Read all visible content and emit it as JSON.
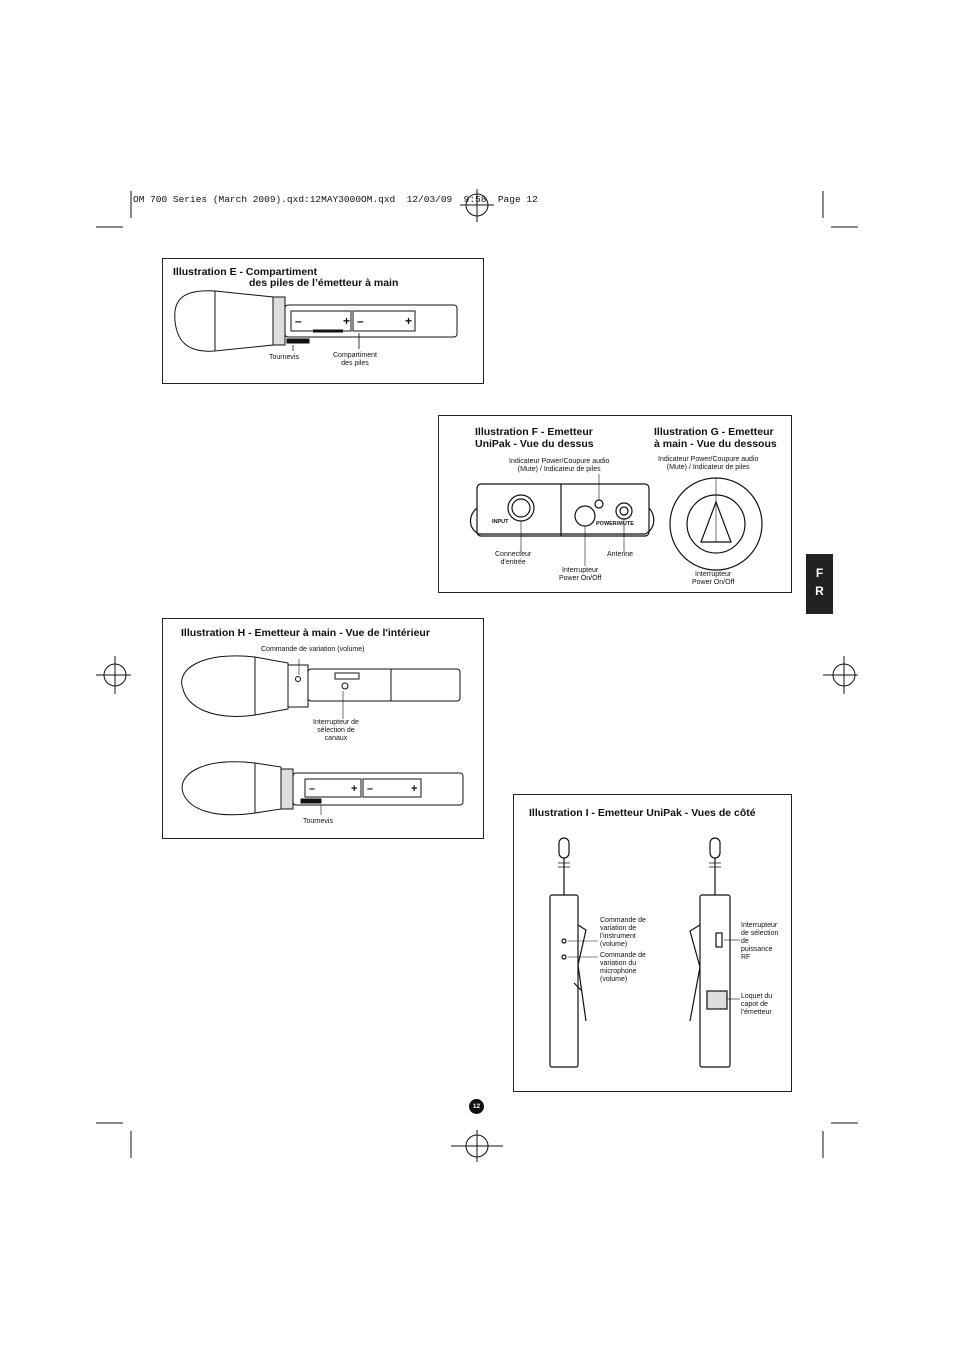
{
  "header": {
    "slug": "OM 700 Series (March 2009).qxd:12MAY3000OM.qxd  12/03/09  9:58  Page 12"
  },
  "side_tab": {
    "letter1": "F",
    "letter2": "R"
  },
  "page_number": "12",
  "ill_e": {
    "title_line1": "Illustration E - Compartiment",
    "title_line2": "des piles de l’émetteur à main",
    "label_screwdriver": "Tournevis",
    "label_compartment": "Compartiment\ndes piles"
  },
  "ill_f": {
    "title": "Illustration F - Emetteur\nUniPak - Vue du dessus",
    "label_indicator": "Indicateur Power/Coupure audio\n(Mute) / Indicateur de piles",
    "label_input_connector": "Connecteur\nd’entrée",
    "label_antenna": "Antenne",
    "label_power_switch": "Interrupteur\nPower On/Off",
    "panel_input": "INPUT",
    "panel_power": "POWER/MUTE"
  },
  "ill_g": {
    "title": "Illustration G - Emetteur\nà main - Vue du dessous",
    "label_indicator": "Indicateur Power/Coupure audio\n(Mute) / Indicateur de piles",
    "label_power_switch": "Interrupteur\nPower On/Off"
  },
  "ill_h": {
    "title": "Illustration H - Emetteur à main - Vue de l'intérieur",
    "label_volume": "Commande de variation (volume)",
    "label_channel": "Interrupteur de\nsélection de\ncanaux",
    "label_screwdriver": "Tournevis"
  },
  "ill_i": {
    "title": "Illustration I - Emetteur UniPak - Vues de côté",
    "label_instrument": "Commande de\nvariation de\nl’instrument\n(volume)",
    "label_microphone": "Commande de\nvariation du\nmicrophone\n(volume)",
    "label_rf": "Interrupteur\nde sélection\nde\npuissance\nRF",
    "label_latch": "Loquet du\ncapot de\nl’émetteur"
  }
}
